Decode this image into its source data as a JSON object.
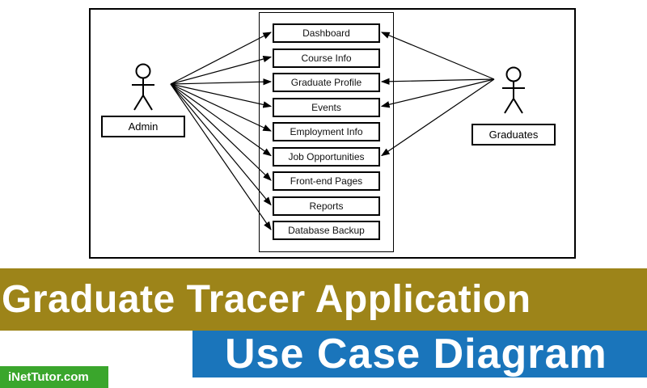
{
  "diagram": {
    "actors": [
      {
        "id": "admin",
        "label": "Admin"
      },
      {
        "id": "graduates",
        "label": "Graduates"
      }
    ],
    "use_cases": [
      "Dashboard",
      "Course Info",
      "Graduate Profile",
      "Events",
      "Employment Info",
      "Job Opportunities",
      "Front-end Pages",
      "Reports",
      "Database Backup"
    ],
    "connections": [
      {
        "from": "admin",
        "to": [
          "Dashboard",
          "Course Info",
          "Graduate Profile",
          "Events",
          "Employment Info",
          "Job Opportunities",
          "Front-end Pages",
          "Reports",
          "Database Backup"
        ]
      },
      {
        "from": "graduates",
        "to": [
          "Dashboard",
          "Graduate Profile",
          "Events",
          "Job Opportunities"
        ]
      }
    ],
    "arrow_color": "#000000"
  },
  "banners": {
    "title": "Graduate Tracer Application",
    "subtitle": "Use Case Diagram",
    "watermark": "iNetTutor.com",
    "title_bg": "#9d8419",
    "subtitle_bg": "#1a75bb",
    "watermark_bg": "#3aa62c"
  }
}
